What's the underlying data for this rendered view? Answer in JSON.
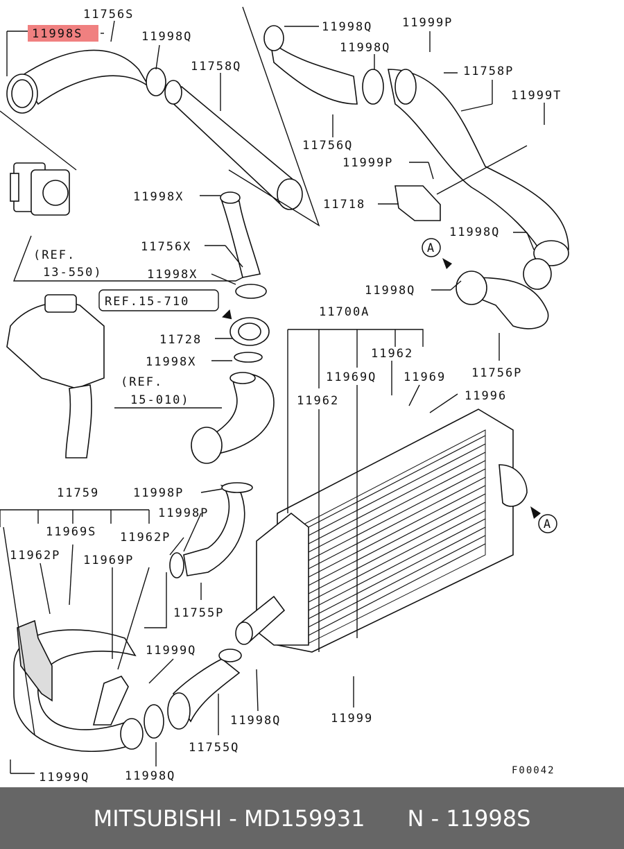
{
  "labels": {
    "l_11756S": "11756S",
    "l_11998S": "11998S",
    "l_11998Q_top": "11998Q",
    "l_11758Q": "11758Q",
    "l_11998Q_tr": "11998Q",
    "l_11999P_tr": "11999P",
    "l_11998Q_tr2": "11998Q",
    "l_11758P": "11758P",
    "l_11999T": "11999T",
    "l_11756Q": "11756Q",
    "l_11999P_mid": "11999P",
    "l_11718": "11718",
    "l_11998Q_right": "11998Q",
    "l_11998X_1": "11998X",
    "l_11756X": "11756X",
    "l_ref1_a": "(REF.",
    "l_ref1_b": "13-550)",
    "l_11998X_2": "11998X",
    "l_ref_box": "REF.15-710",
    "l_11728": "11728",
    "l_11998X_3": "11998X",
    "l_ref2_a": "(REF.",
    "l_ref2_b": "15-010)",
    "l_11998Q_mid": "11998Q",
    "l_11700A": "11700A",
    "l_11962_a": "11962",
    "l_11969Q": "11969Q",
    "l_11969": "11969",
    "l_11756P": "11756P",
    "l_11962_b": "11962",
    "l_11996": "11996",
    "l_11759": "11759",
    "l_11998P_1": "11998P",
    "l_11998P_2": "11998P",
    "l_11969S": "11969S",
    "l_11962P_1": "11962P",
    "l_11962P_2": "11962P",
    "l_11969P": "11969P",
    "l_11755P": "11755P",
    "l_11999Q_1": "11999Q",
    "l_11998Q_low": "11998Q",
    "l_11999": "11999",
    "l_11755Q": "11755Q",
    "l_11999Q_2": "11999Q",
    "l_11998Q_bot": "11998Q",
    "l_code": "F00042",
    "l_A1": "A",
    "l_A2": "A"
  },
  "highlight_color": "#f08080",
  "footer": {
    "text": "MITSUBISHI - MD159931      N - 11998S"
  }
}
